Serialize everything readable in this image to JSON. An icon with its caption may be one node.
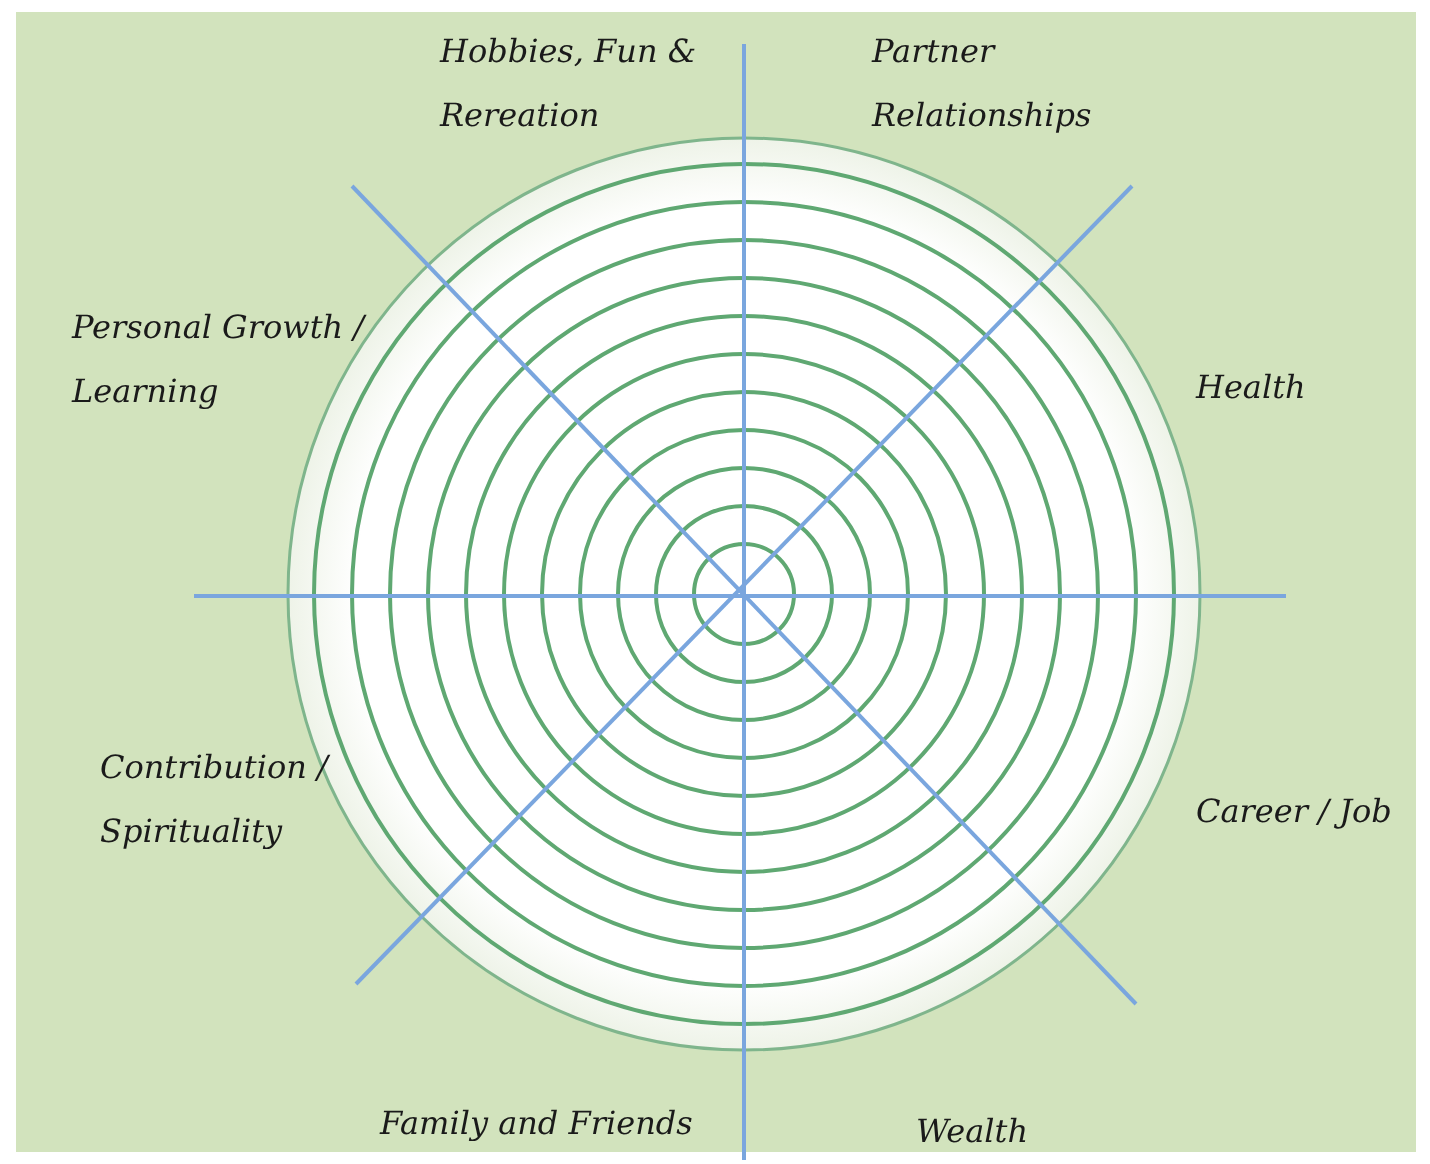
{
  "diagram": {
    "labels": [
      "Hobbies, Fun & Rereation",
      "Partner Relationships",
      "Personal Growth / Learning",
      "Health",
      "Contribution / Spirituality",
      "Career / Job",
      "Family and Friends",
      "Wealth"
    ]
  }
}
